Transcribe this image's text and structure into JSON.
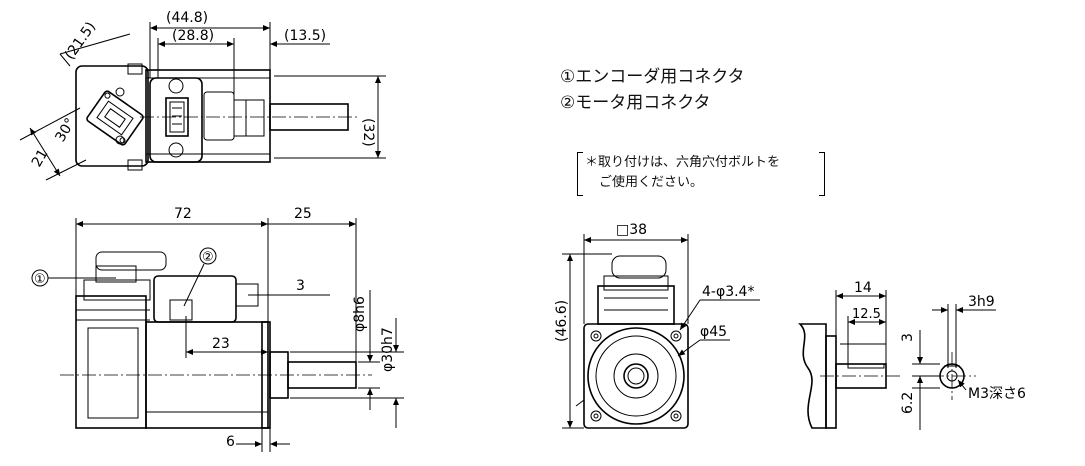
{
  "legend": {
    "item1": "①エンコーダ用コネクタ",
    "item2": "②モータ用コネクタ"
  },
  "note": {
    "line1": "＊取り付けは、六角穴付ボルトを",
    "line2": "ご使用ください。"
  },
  "top_view": {
    "dim_overall": "(44.8)",
    "dim_connector": "(28.8)",
    "dim_right": "(13.5)",
    "dim_angle_offset": "(21.5)",
    "dim_angle": "30°",
    "dim_angle_height": "21",
    "dim_height": "(32)"
  },
  "side_view": {
    "dim_body_length": "72",
    "dim_shaft_length": "25",
    "dim_step": "3",
    "dim_connector_offset": "23",
    "dim_flange": "6",
    "dim_shaft_dia": "φ8h6",
    "dim_pilot_dia": "φ30h7",
    "callout1": "①",
    "callout2": "②"
  },
  "front_view": {
    "dim_square": "□38",
    "dim_height": "(46.6)",
    "dim_holes": "4-φ3.4*",
    "dim_pcd": "φ45"
  },
  "shaft_detail": {
    "dim_14": "14",
    "dim_12_5": "12.5",
    "dim_3": "3",
    "dim_3h9": "3h9",
    "dim_6_2": "6.2",
    "dim_tap": "M3深さ6"
  }
}
